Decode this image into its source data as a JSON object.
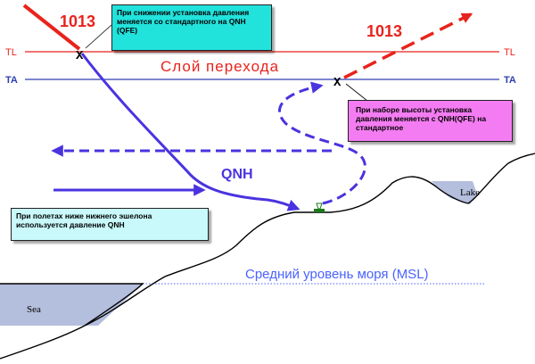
{
  "labels": {
    "tl": "TL",
    "ta": "TA",
    "pressure_left": "1013",
    "pressure_right": "1013",
    "transition_layer": "Слой перехода",
    "qnh": "QNH",
    "msl": "Средний уровень моря (MSL)",
    "lake": "Lake",
    "sea": "Sea",
    "cross_mark": "X"
  },
  "notes": {
    "descent": "При снижении установка давления меняется со стандартного на QNH (QFE)",
    "climb": "При наборе высоты установка давления меняется с QNH(QFE) на стандартное",
    "below_level": "При полетах ниже нижнего эшелона используется давление QNH"
  },
  "colors": {
    "tl_line": "#e8231c",
    "ta_line": "#2d3fb0",
    "flight_path": "#4a33e0",
    "pressure_arrow": "#e8231c",
    "msl_line": "#4a63ff",
    "water": "#b4bedd",
    "note_descent": "#22e2dc",
    "note_climb": "#f47cf2",
    "note_below": "#c9f9fb"
  }
}
